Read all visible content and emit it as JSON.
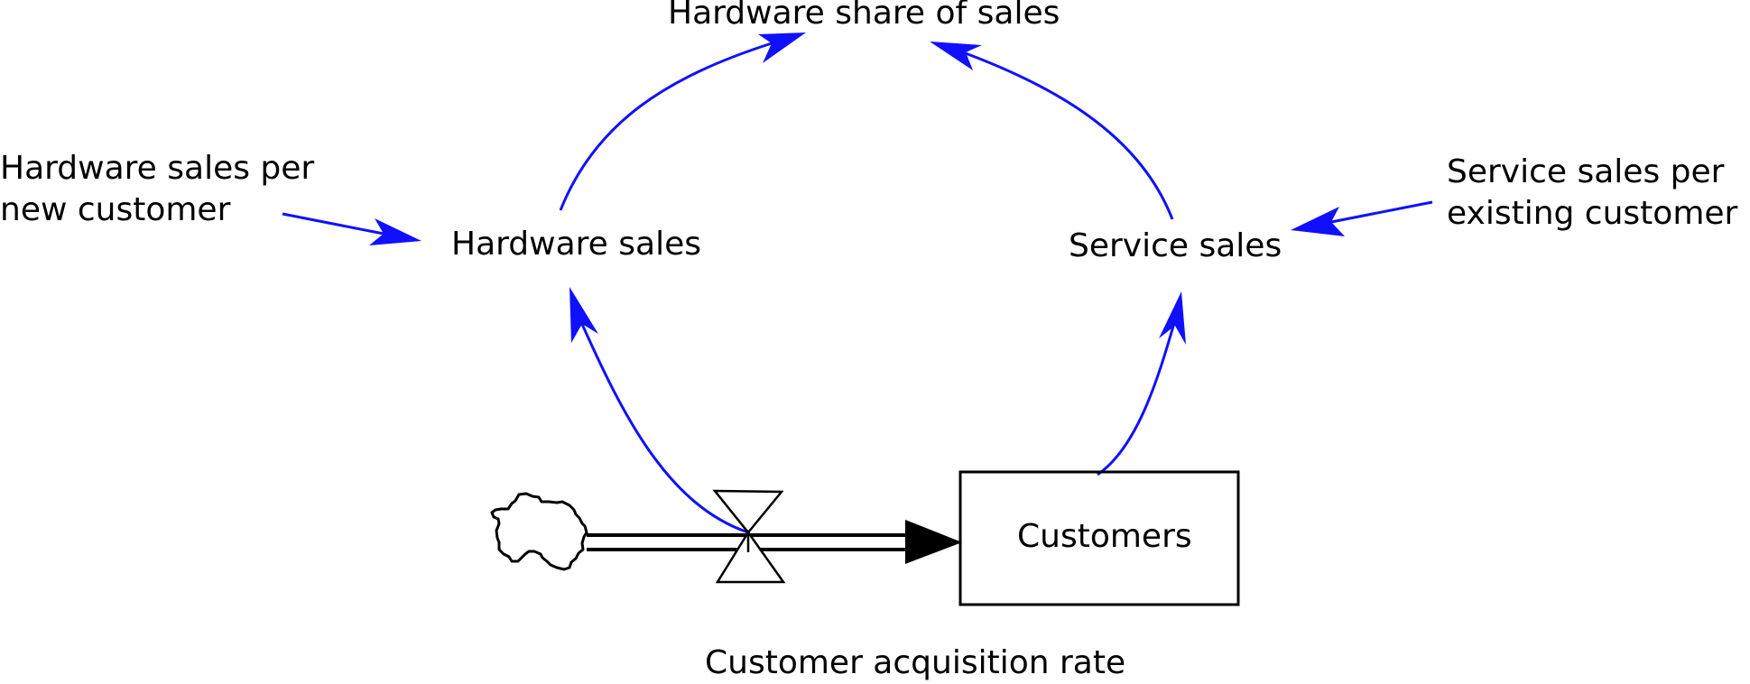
{
  "nodes": {
    "hardware_share": "Hardware share of sales",
    "hardware_sales": "Hardware sales",
    "service_sales": "Service sales",
    "hw_per_new_customer": [
      "Hardware sales per",
      "new customer"
    ],
    "svc_per_existing_customer": [
      "Service sales per",
      "existing customer"
    ],
    "customers": "Customers",
    "acquisition_rate": "Customer acquisition rate"
  },
  "colors": {
    "link": "#1010ff",
    "flow": "#000000"
  },
  "icons": {
    "source": "cloud-icon",
    "valve": "hourglass-valve-icon"
  }
}
